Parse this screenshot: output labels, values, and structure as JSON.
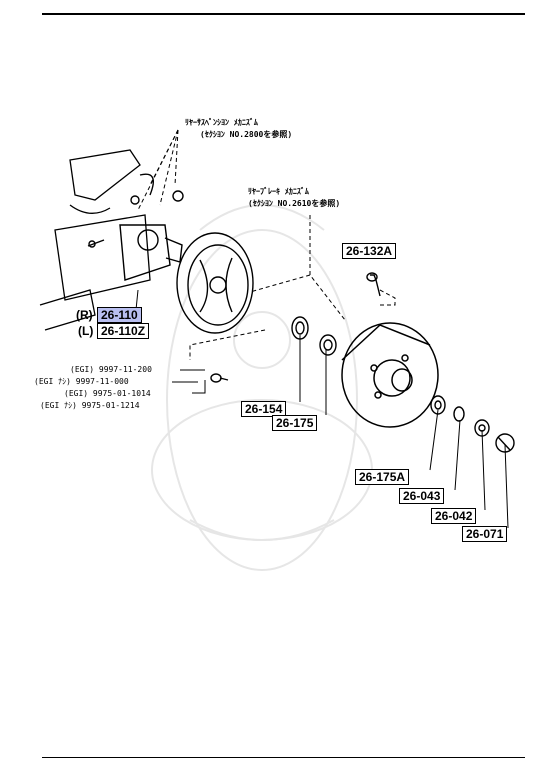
{
  "notes": {
    "suspension_1": "ﾘﾔｰｻｽﾍﾟﾝｼﾖﾝ ﾒｶﾆｽﾞﾑ",
    "suspension_2": "(ｾｸｼﾖﾝ NO.2800を参照)",
    "brake_1": "ﾘﾔｰﾌﾞﾚｰｷ ﾒｶﾆｽﾞﾑ",
    "brake_2": "(ｾｸｼﾖﾝ NO.2610を参照)"
  },
  "side_tags": {
    "right": "(R)",
    "left": "(L)"
  },
  "parts": {
    "p26_110": "26-110",
    "p26_110z": "26-110Z",
    "p26_132a": "26-132A",
    "p26_154": "26-154",
    "p26_175": "26-175",
    "p26_175a": "26-175A",
    "p26_043": "26-043",
    "p26_042": "26-042",
    "p26_071": "26-071"
  },
  "bolt_notes": {
    "line1": "(EGI) 9997-11-200",
    "line2": "(EGI ﾅｼ) 9997-11-000",
    "line3": "(EGI) 9975-01-1014",
    "line4": "(EGI ﾅｼ) 9975-01-1214"
  },
  "colors": {
    "highlight": "#b9bff0",
    "ink": "#000000"
  }
}
